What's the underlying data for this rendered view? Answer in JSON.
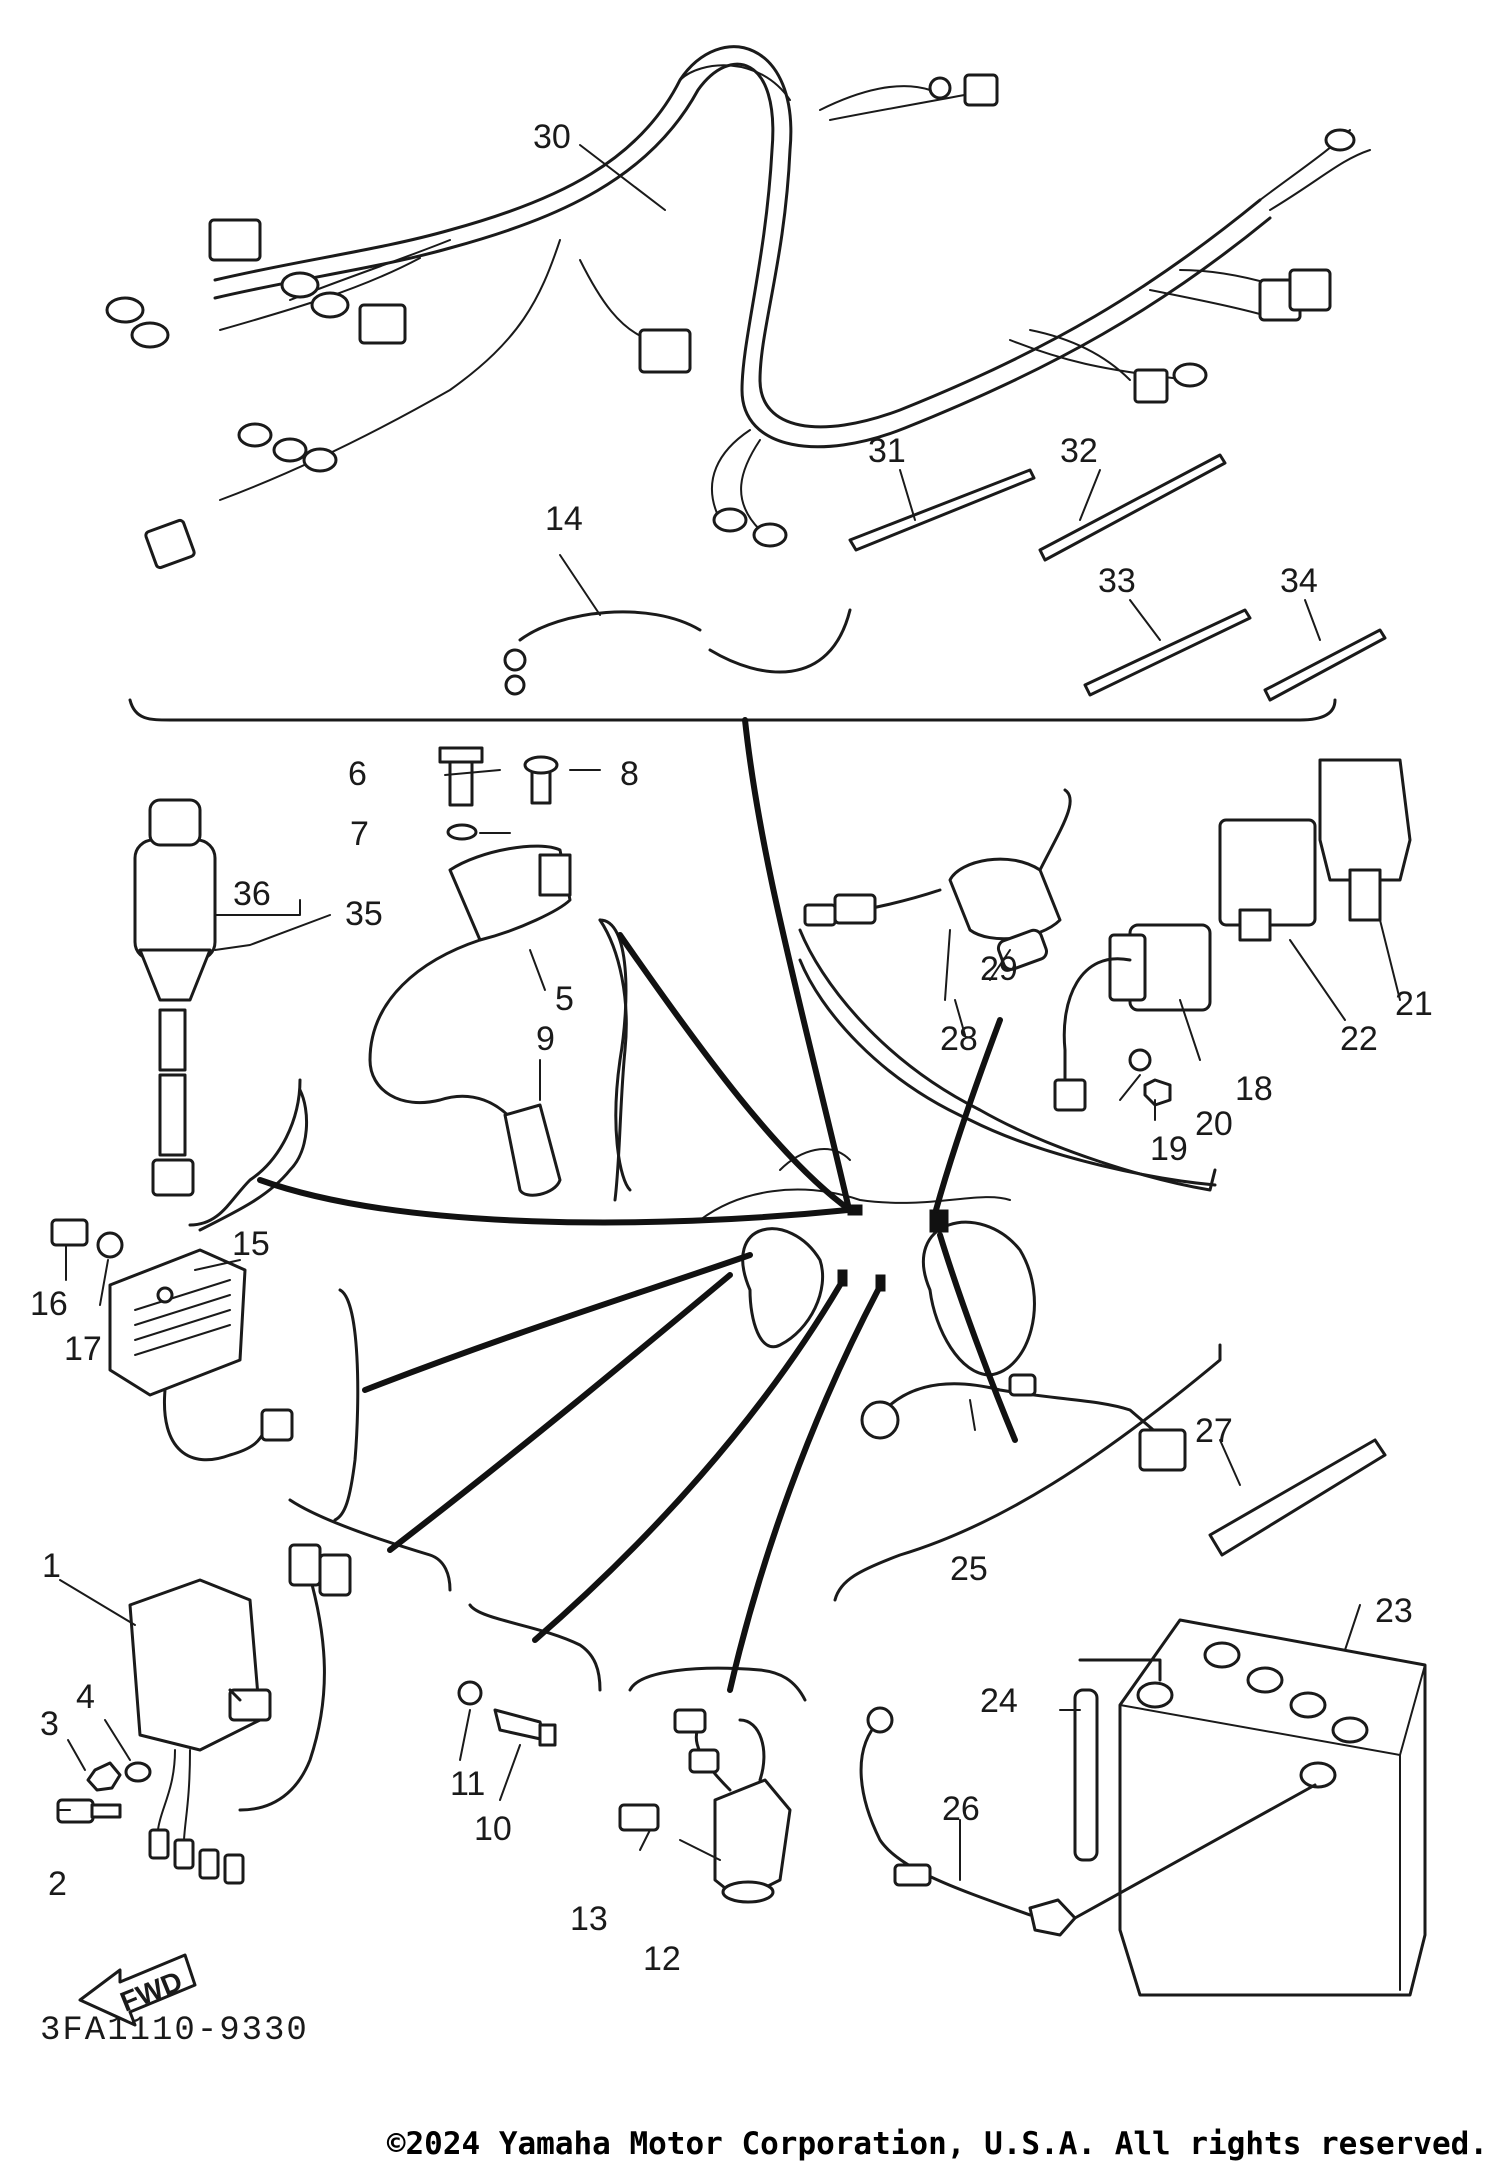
{
  "diagram": {
    "part_code": "3FA1110-9330",
    "fwd_label": "FWD",
    "copyright": "©2024 Yamaha Motor Corporation, U.S.A. All rights reserved.",
    "callouts": {
      "c1": "1",
      "c2": "2",
      "c3": "3",
      "c4": "4",
      "c5": "5",
      "c6": "6",
      "c7": "7",
      "c8": "8",
      "c9": "9",
      "c10": "10",
      "c11": "11",
      "c12": "12",
      "c13": "13",
      "c14": "14",
      "c15": "15",
      "c16": "16",
      "c17": "17",
      "c18": "18",
      "c19": "19",
      "c20": "20",
      "c21": "21",
      "c22": "22",
      "c23": "23",
      "c24": "24",
      "c25": "25",
      "c26": "26",
      "c27": "27",
      "c28": "28",
      "c29": "29",
      "c30": "30",
      "c31": "31",
      "c32": "32",
      "c33": "33",
      "c34": "34",
      "c35": "35",
      "c36": "36"
    }
  }
}
